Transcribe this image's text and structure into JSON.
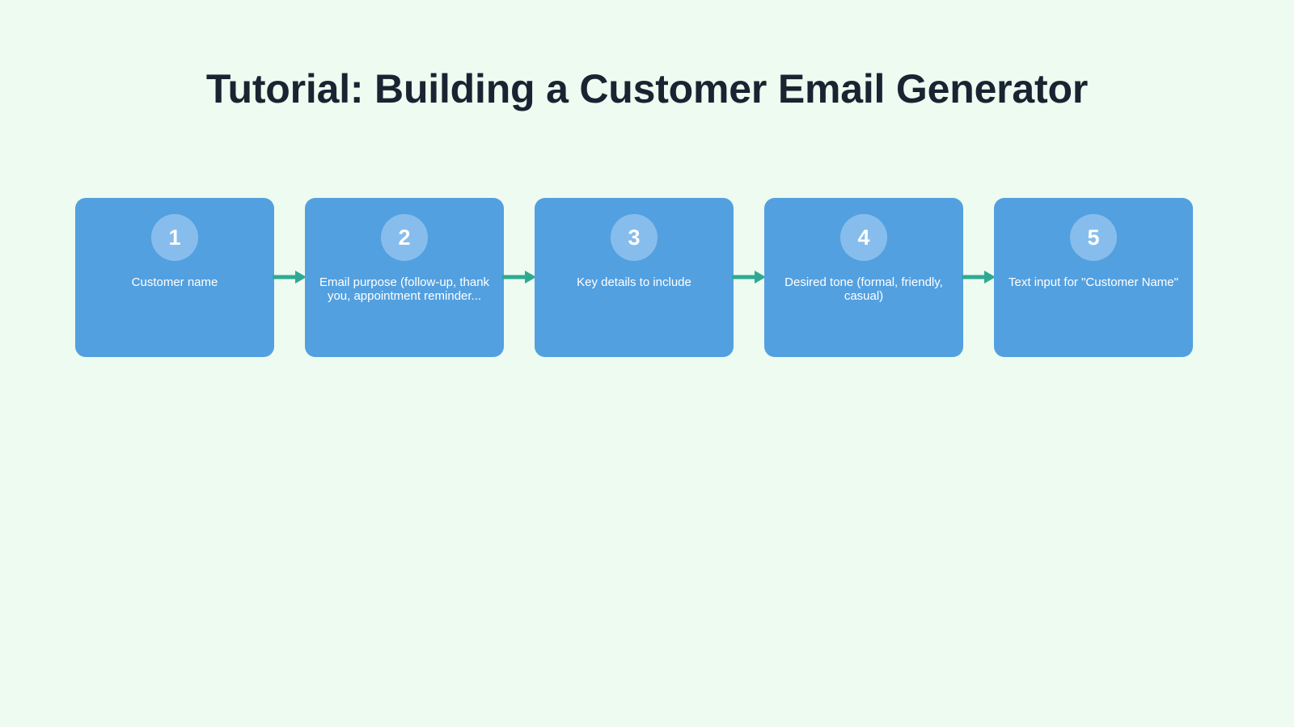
{
  "page": {
    "title": "Tutorial: Building a Customer Email Generator",
    "background_color": "#edfbf0",
    "title_color": "#1a2331"
  },
  "theme": {
    "card_color": "#53a0e0",
    "badge_color": "#87bdec",
    "card_text_color": "#ffffff",
    "arrow_color": "#2eaa92"
  },
  "flow": {
    "type": "horizontal-step-flow",
    "arrow_icon": "arrow-right-icon",
    "steps": [
      {
        "number": "1",
        "label": "Customer name"
      },
      {
        "number": "2",
        "label": "Email purpose (follow-up, thank you, appointment reminder..."
      },
      {
        "number": "3",
        "label": "Key details to include"
      },
      {
        "number": "4",
        "label": "Desired tone (formal, friendly, casual)"
      },
      {
        "number": "5",
        "label": "Text input for \"Customer Name\""
      }
    ]
  }
}
